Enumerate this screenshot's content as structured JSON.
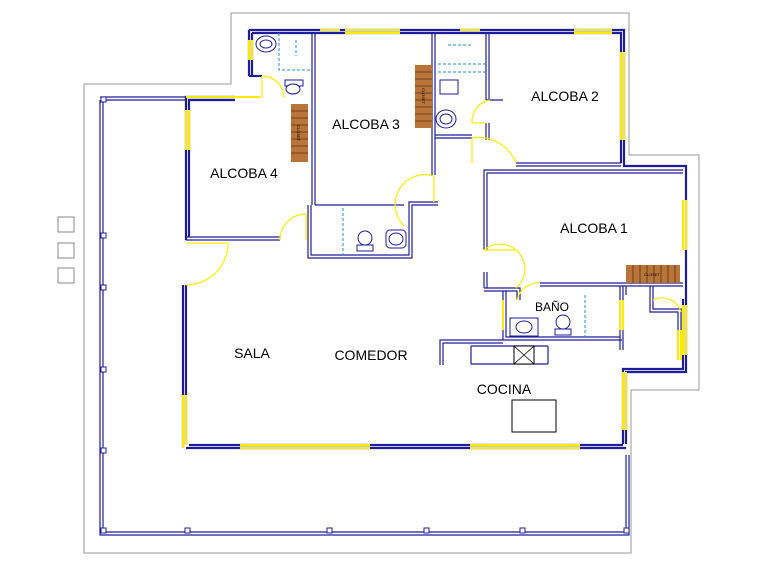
{
  "plan": {
    "rooms": {
      "alcoba1": "ALCOBA 1",
      "alcoba2": "ALCOBA 2",
      "alcoba3": "ALCOBA 3",
      "alcoba4": "ALCOBA 4",
      "bano": "BAÑO",
      "sala": "SALA",
      "comedor": "COMEDOR",
      "cocina": "COCINA"
    },
    "closets": {
      "alcoba1": "CLOSET",
      "alcoba3": "CLOSET",
      "alcoba4": "CLOSET"
    }
  },
  "colors": {
    "walls": "#1e1e9a",
    "windows_doors": "#ffea00",
    "site_outline": "#9a9a9a",
    "closet": "#b9743a",
    "shower_dash": "#1b8fe0"
  }
}
